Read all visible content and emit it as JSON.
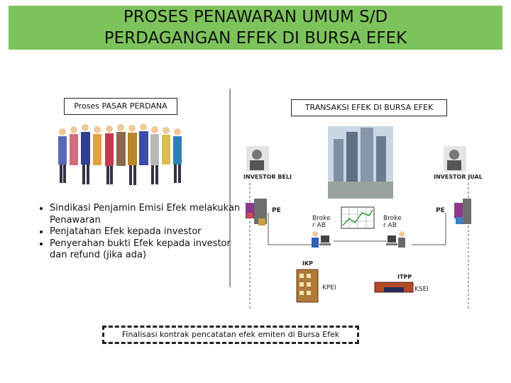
{
  "slide": {
    "title_line1": "PROSES PENAWARAN UMUM S/D",
    "title_line2": "PERDAGANGAN EFEK DI BURSA EFEK"
  },
  "left_panel": {
    "label": "Proses PASAR PERDANA",
    "bullets": [
      "Sindikasi Penjamin Emisi Efek melakukan Penawaran",
      "Penjatahan Efek kepada investor",
      "Penyerahan bukti Efek kepada investor dan refund (jika ada)"
    ]
  },
  "right_panel": {
    "label": "TRANSAKSI EFEK DI BURSA EFEK",
    "investor_buy": "INVESTOR BELI",
    "investor_sell": "INVESTOR JUAL",
    "pe_left": "PE",
    "pe_right": "PE",
    "broker_left_1": "Broke",
    "broker_left_2": "r AB",
    "broker_right_1": "Broke",
    "broker_right_2": "r AB",
    "kpei_top": "IKP",
    "kpei": "KPEI",
    "ksei_top": "ITPP",
    "ksei": "KSEI",
    "final": "Finalisasi kontrak pencatatan efek emiten di Bursa Efek"
  },
  "colors": {
    "title_band": "#7dc35b"
  }
}
